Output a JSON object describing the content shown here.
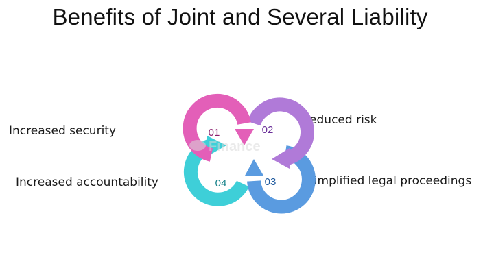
{
  "title": "Benefits of Joint and Several Liability",
  "cycle": [
    {
      "number": "01",
      "label": "Increased security",
      "color": "#e35fb8",
      "text_color": "#8b1f6d"
    },
    {
      "number": "02",
      "label": "Reduced risk",
      "color": "#b07ad8",
      "text_color": "#6a2f98"
    },
    {
      "number": "03",
      "label": "Simplified legal proceedings",
      "color": "#5a9be0",
      "text_color": "#1f5a9e"
    },
    {
      "number": "04",
      "label": "Increased accountability",
      "color": "#3ecfd8",
      "text_color": "#138088"
    }
  ],
  "watermark": {
    "icon": "cloud-logo-icon",
    "text": "Finance"
  }
}
